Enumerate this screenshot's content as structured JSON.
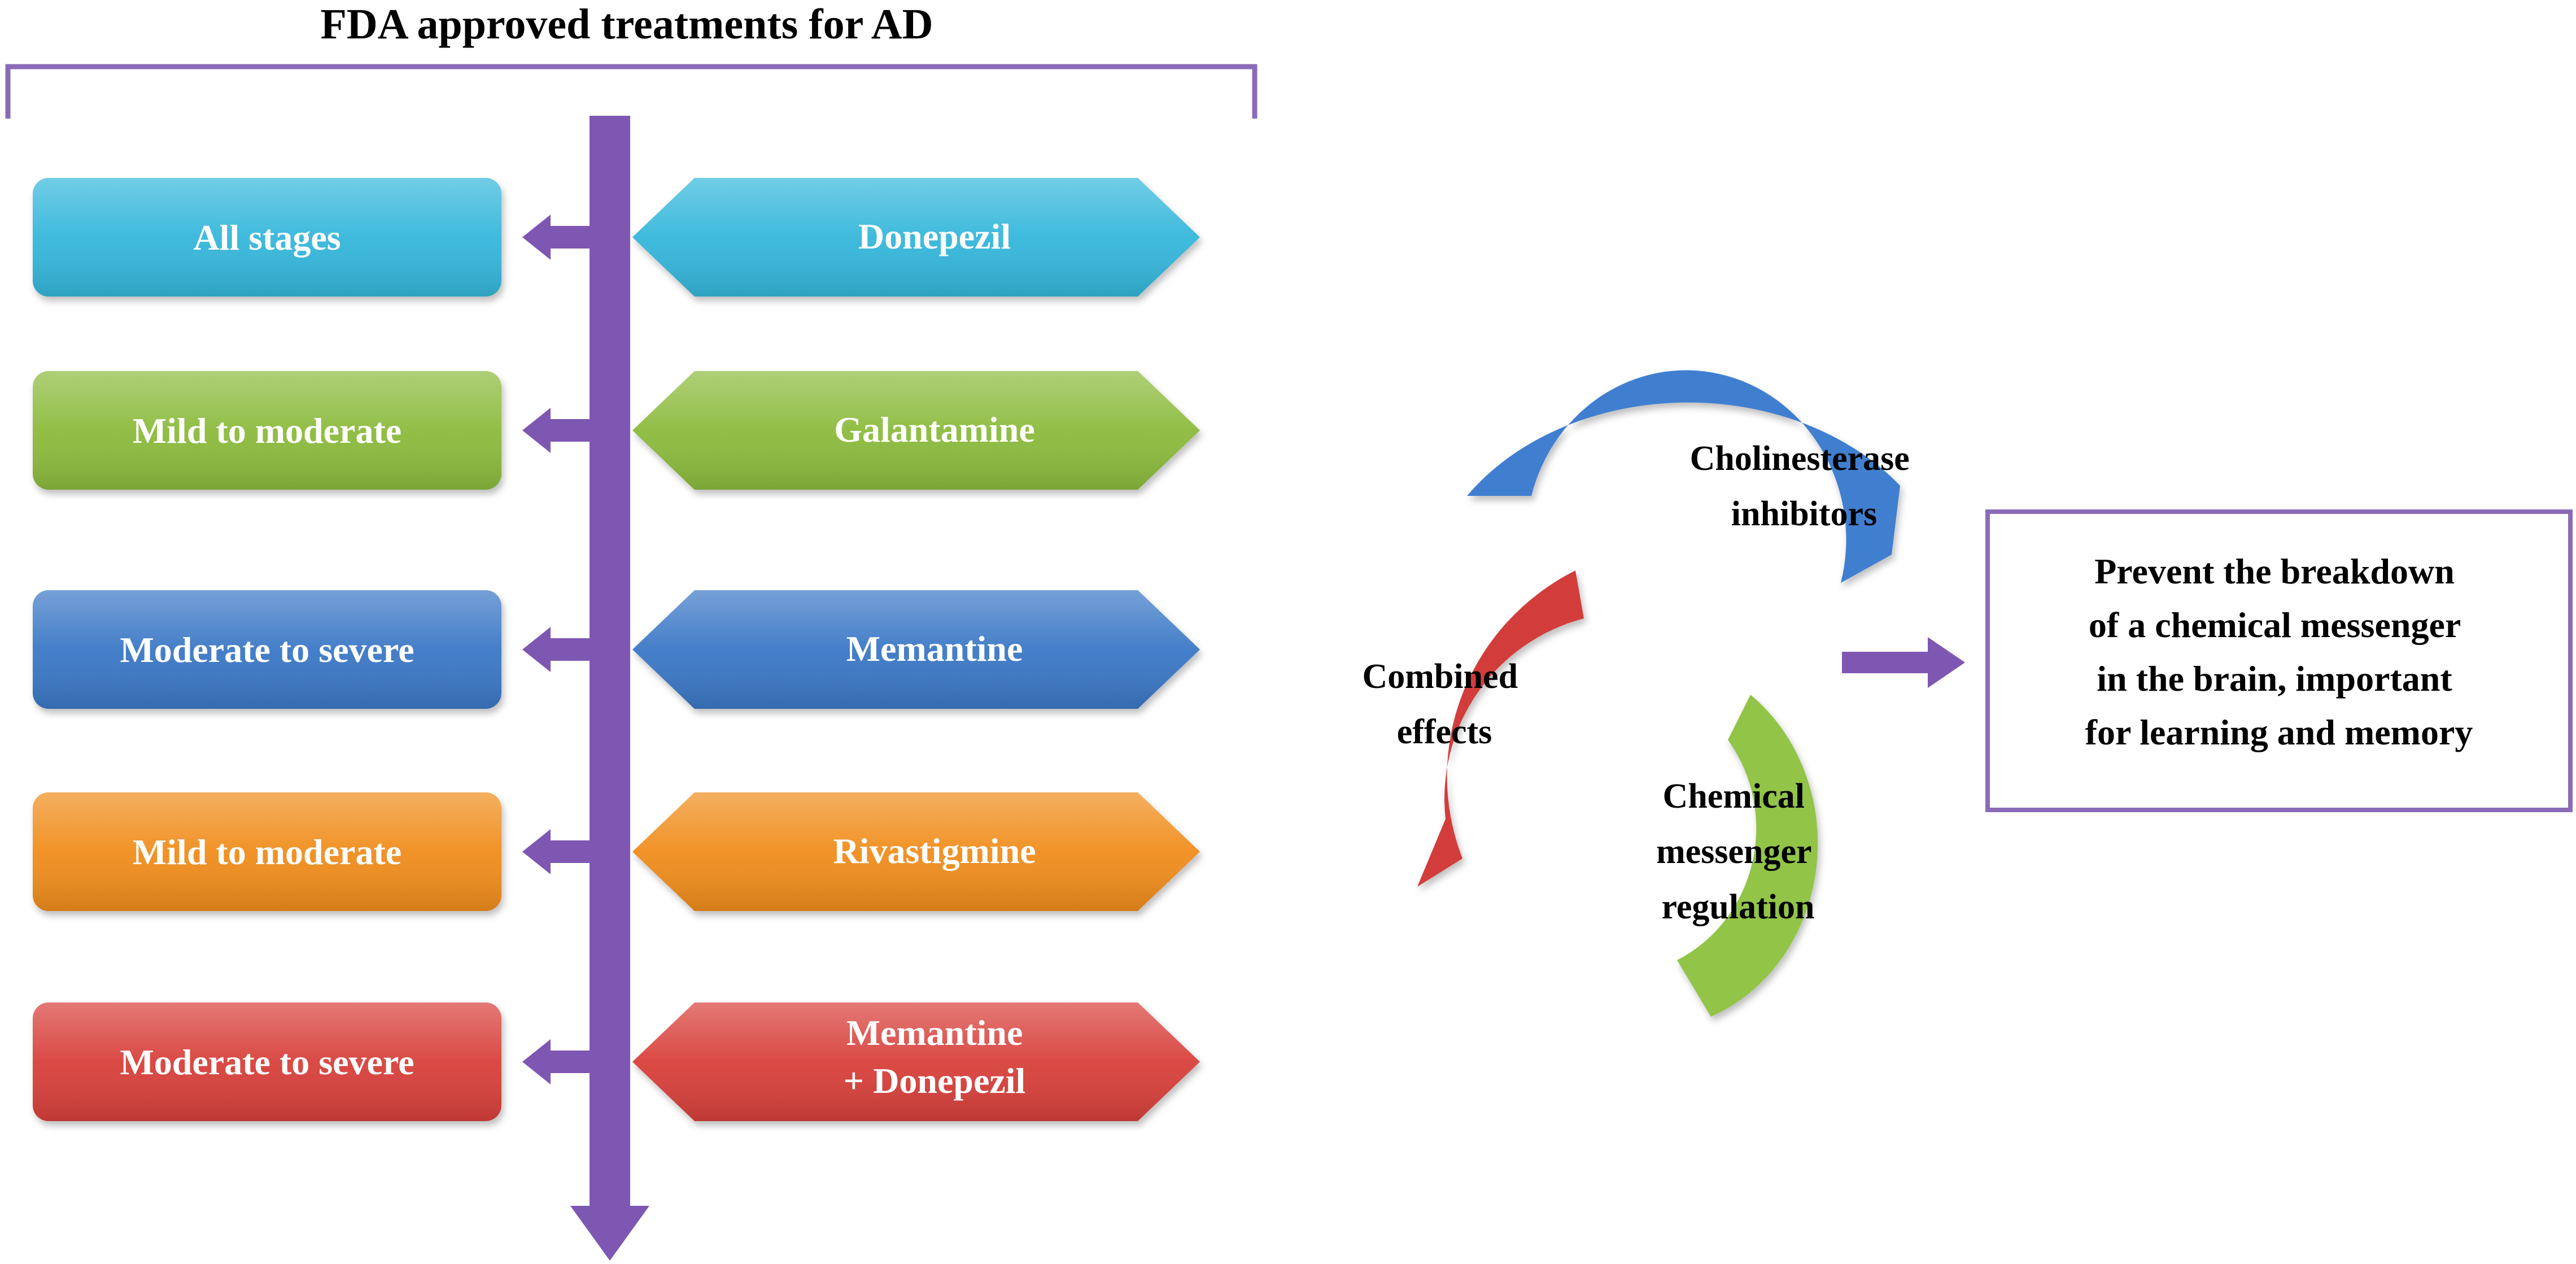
{
  "title": "FDA approved treatments for AD",
  "treatments": [
    {
      "stage": "All stages",
      "drug": [
        "Donepezil"
      ],
      "color": "#35b7db"
    },
    {
      "stage": "Mild to moderate",
      "drug": [
        "Galantamine"
      ],
      "color": "#8cbb3c"
    },
    {
      "stage": "Moderate to severe",
      "drug": [
        "Memantine"
      ],
      "color": "#3a78c6"
    },
    {
      "stage": "Mild to moderate",
      "drug": [
        "Rivastigmine"
      ],
      "color": "#f08d1f"
    },
    {
      "stage": "Moderate to severe",
      "drug": [
        "Memantine",
        "+ Donepezil"
      ],
      "color": "#d8403b"
    }
  ],
  "timeline_color": "#7e57b3",
  "cycle": {
    "cholinesterase": [
      "Cholinesterase",
      "inhibitors"
    ],
    "combined": [
      "Combined",
      "effects"
    ],
    "chemical": [
      "Chemical",
      "messenger",
      "regulation"
    ],
    "colors": {
      "blue": "#3f7fd0",
      "red": "#d23d3a",
      "green": "#92c447"
    }
  },
  "outcome": [
    "Prevent the breakdown",
    "of a chemical messenger",
    "in the brain, important",
    "for learning and memory"
  ]
}
